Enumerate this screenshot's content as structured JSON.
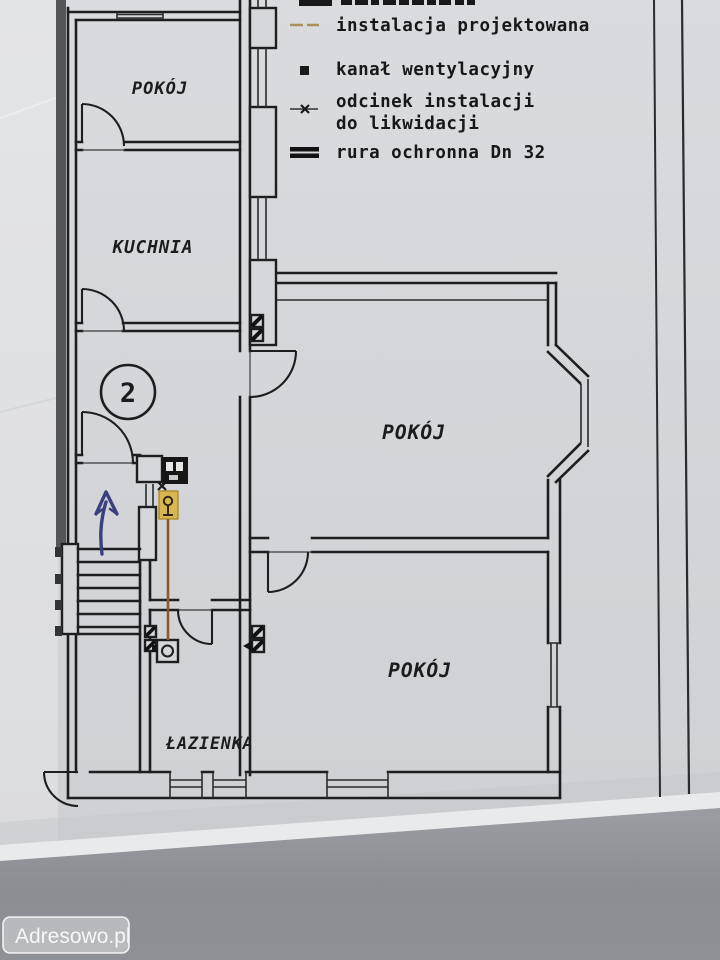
{
  "legend": {
    "items": [
      {
        "symbol": "tan-line",
        "label": "instalacja projektowana"
      },
      {
        "symbol": "black-square",
        "label": "kanał wentylacyjny"
      },
      {
        "symbol": "x-line",
        "label_line1": "odcinek instalacji",
        "label_line2": "do likwidacji"
      },
      {
        "symbol": "double-bar",
        "label": "rura ochronna Dn 32"
      }
    ]
  },
  "rooms": {
    "room_top": "POKÓJ",
    "kitchen": "KUCHNIA",
    "room_middle": "POKÓJ",
    "room_bottom": "POKÓJ",
    "bathroom": "ŁAZIENKA"
  },
  "annotations": {
    "staircase_circle_number": "2"
  },
  "watermark": {
    "label": "Adresowo.pl"
  },
  "colors": {
    "paper": "#d5d7da",
    "ink": "#1d1e20",
    "projected_line": "#a9935a",
    "highlight_yellow": "#d9b441",
    "pipe_brown": "#8a5a2a",
    "arrow_blue": "#3a3f7d",
    "background_shadow": "#8f9296"
  }
}
